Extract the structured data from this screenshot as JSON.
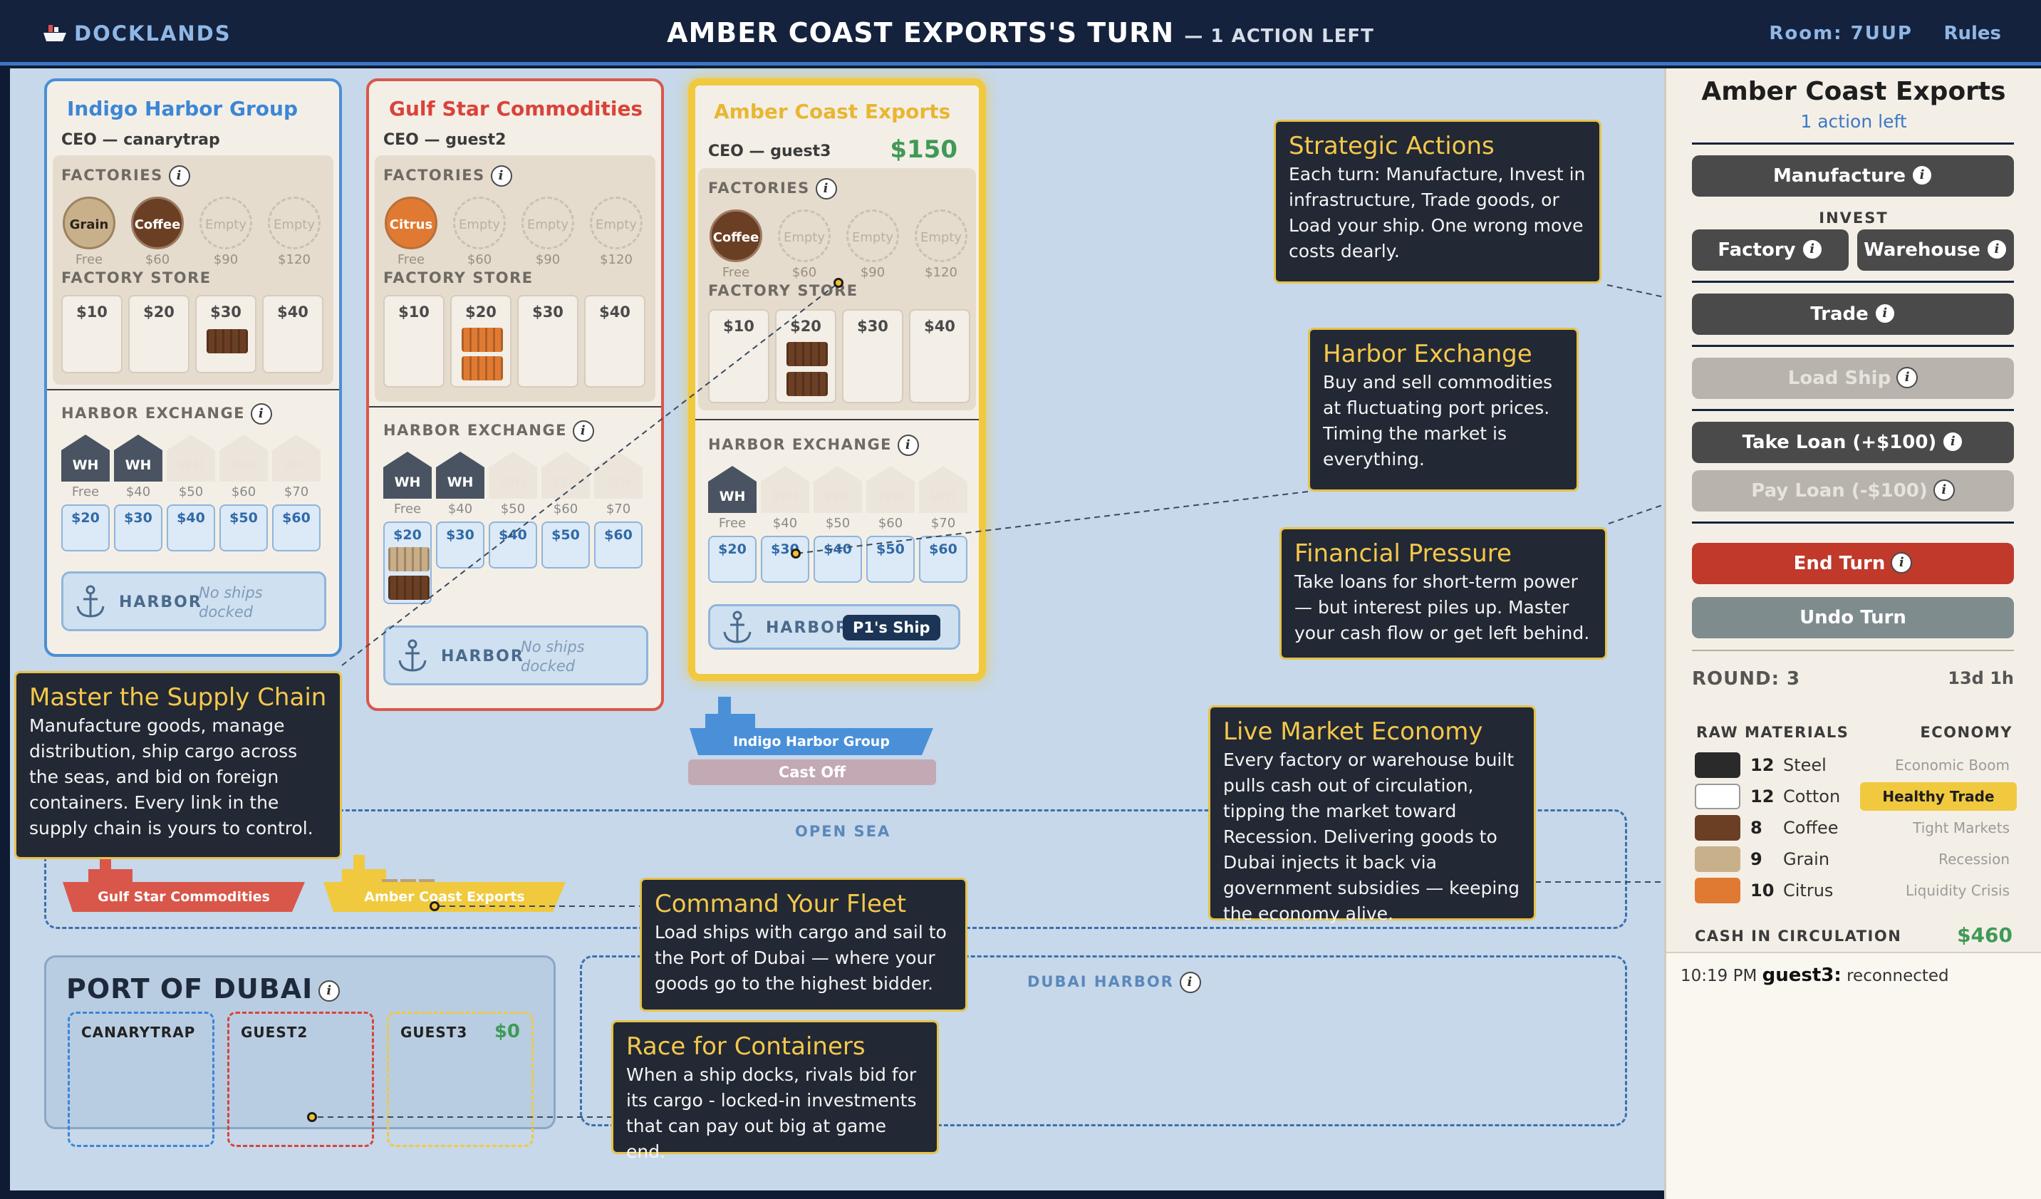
{
  "header": {
    "brand": "DOCKLANDS",
    "turn_title": "AMBER COAST EXPORTS'S TURN",
    "turn_sub": "— 1 ACTION LEFT",
    "room": "Room: 7UUP",
    "rules": "Rules"
  },
  "labels": {
    "factories": "FACTORIES",
    "factory_store": "FACTORY STORE",
    "harbor_exchange": "HARBOR EXCHANGE",
    "harbor": "HARBOR",
    "no_ships": "No ships docked",
    "wh": "WH",
    "open_sea": "OPEN SEA",
    "dubai_harbor": "DUBAI HARBOR",
    "port_of_dubai": "PORT OF DUBAI",
    "info": "i"
  },
  "companies": [
    {
      "name": "Indigo Harbor Group",
      "ceo": "CEO — canarytrap",
      "factories": [
        {
          "label": "Grain",
          "price": "Free"
        },
        {
          "label": "Coffee",
          "price": "$60"
        },
        {
          "label": "Empty",
          "price": "$90"
        },
        {
          "label": "Empty",
          "price": "$120"
        }
      ],
      "store": [
        "$10",
        "$20",
        "$30",
        "$40"
      ],
      "wh_prices": [
        "Free",
        "$40",
        "$50",
        "$60",
        "$70"
      ],
      "buy": [
        "$20",
        "$30",
        "$40",
        "$50",
        "$60"
      ]
    },
    {
      "name": "Gulf Star Commodities",
      "ceo": "CEO — guest2",
      "factories": [
        {
          "label": "Citrus",
          "price": "Free"
        },
        {
          "label": "Empty",
          "price": "$60"
        },
        {
          "label": "Empty",
          "price": "$90"
        },
        {
          "label": "Empty",
          "price": "$120"
        }
      ],
      "store": [
        "$10",
        "$20",
        "$30",
        "$40"
      ],
      "wh_prices": [
        "Free",
        "$40",
        "$50",
        "$60",
        "$70"
      ],
      "buy": [
        "$20",
        "$30",
        "$40",
        "$50",
        "$60"
      ]
    },
    {
      "name": "Amber Coast Exports",
      "ceo": "CEO — guest3",
      "cash": "$150",
      "factories": [
        {
          "label": "Coffee",
          "price": "Free"
        },
        {
          "label": "Empty",
          "price": "$60"
        },
        {
          "label": "Empty",
          "price": "$90"
        },
        {
          "label": "Empty",
          "price": "$120"
        }
      ],
      "store": [
        "$10",
        "$20",
        "$30",
        "$40"
      ],
      "wh_prices": [
        "Free",
        "$40",
        "$50",
        "$60",
        "$70"
      ],
      "buy": [
        "$20",
        "$30",
        "$40",
        "$50",
        "$60"
      ],
      "docked_ship": "P1's Ship"
    }
  ],
  "ships": {
    "indigo": "Indigo Harbor Group",
    "cast_off": "Cast Off",
    "gulf": "Gulf Star Commodities",
    "amber": "Amber Coast Exports"
  },
  "port": {
    "bidders": [
      {
        "name": "CANARYTRAP",
        "cash": ""
      },
      {
        "name": "GUEST2",
        "cash": ""
      },
      {
        "name": "GUEST3",
        "cash": "$0"
      }
    ]
  },
  "tips": [
    {
      "title": "Strategic Actions",
      "body": "Each turn: Manufacture, Invest in infrastructure, Trade goods, or Load your ship. One wrong move costs dearly."
    },
    {
      "title": "Harbor Exchange",
      "body": "Buy and sell commodities at fluctuating port prices. Timing the market is everything."
    },
    {
      "title": "Financial Pressure",
      "body": "Take loans for short-term power — but interest piles up. Master your cash flow or get left behind."
    },
    {
      "title": "Master the Supply Chain",
      "body": "Manufacture goods, manage distribution, ship cargo across the seas, and bid on foreign containers. Every link in the supply chain is yours to control."
    },
    {
      "title": "Live Market Economy",
      "body": "Every factory or warehouse built pulls cash out of circulation, tipping the market toward Recession. Delivering goods to Dubai injects it back via government subsidies — keeping the economy alive."
    },
    {
      "title": "Command Your Fleet",
      "body": "Load ships with cargo and sail to the Port of Dubai — where your goods go to the highest bidder."
    },
    {
      "title": "Race for Containers",
      "body": "When a ship docks, rivals bid for its cargo - locked-in investments that can pay out big at game end."
    }
  ],
  "sidebar": {
    "company": "Amber Coast Exports",
    "actions_left": "1 action left",
    "manufacture": "Manufacture",
    "invest": "INVEST",
    "factory": "Factory",
    "warehouse": "Warehouse",
    "trade": "Trade",
    "load_ship": "Load Ship",
    "take_loan": "Take Loan (+$100)",
    "pay_loan": "Pay Loan (-$100)",
    "end_turn": "End Turn",
    "undo_turn": "Undo Turn",
    "round": "ROUND: 3",
    "round_time": "13d 1h",
    "raw_materials": "RAW MATERIALS",
    "economy": "ECONOMY",
    "materials": [
      {
        "count": "12",
        "name": "Steel",
        "color": "#2a2a2a"
      },
      {
        "count": "12",
        "name": "Cotton",
        "color": "#ffffff"
      },
      {
        "count": "8",
        "name": "Coffee",
        "color": "#6b3f24"
      },
      {
        "count": "9",
        "name": "Grain",
        "color": "#c8b08b"
      },
      {
        "count": "10",
        "name": "Citrus",
        "color": "#e07a32"
      }
    ],
    "economy_levels": [
      "Economic Boom",
      "Healthy Trade",
      "Tight Markets",
      "Recession",
      "Liquidity Crisis"
    ],
    "economy_active": "Healthy Trade",
    "cash_label": "CASH IN CIRCULATION",
    "cash_value": "$460",
    "log": {
      "time": "10:19 PM",
      "user": "guest3:",
      "text": "reconnected"
    }
  }
}
